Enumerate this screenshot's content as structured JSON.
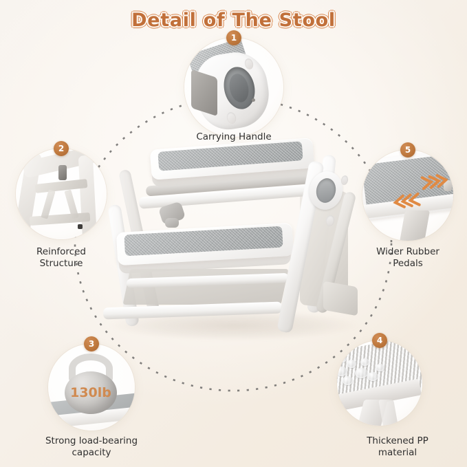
{
  "page": {
    "title": "Detail of The Stool",
    "background_start": "#f8f4ef",
    "background_end": "#f2e9dd",
    "accent_color": "#c1703a"
  },
  "details": [
    {
      "number": "1",
      "caption": "Carrying Handle",
      "icon": "carrying-handle-photo"
    },
    {
      "number": "2",
      "caption": "Reinforced\nStructure",
      "icon": "reinforced-structure-photo"
    },
    {
      "number": "3",
      "caption": "Strong load-bearing\ncapacity",
      "icon": "kettlebell-photo",
      "weight_label": "130lb"
    },
    {
      "number": "4",
      "caption": "Thickened PP\nmaterial",
      "icon": "pp-material-photo"
    },
    {
      "number": "5",
      "caption": "Wider Rubber\nPedals",
      "icon": "rubber-pedal-photo"
    }
  ],
  "product": {
    "name": "two-step-folding-stool"
  }
}
